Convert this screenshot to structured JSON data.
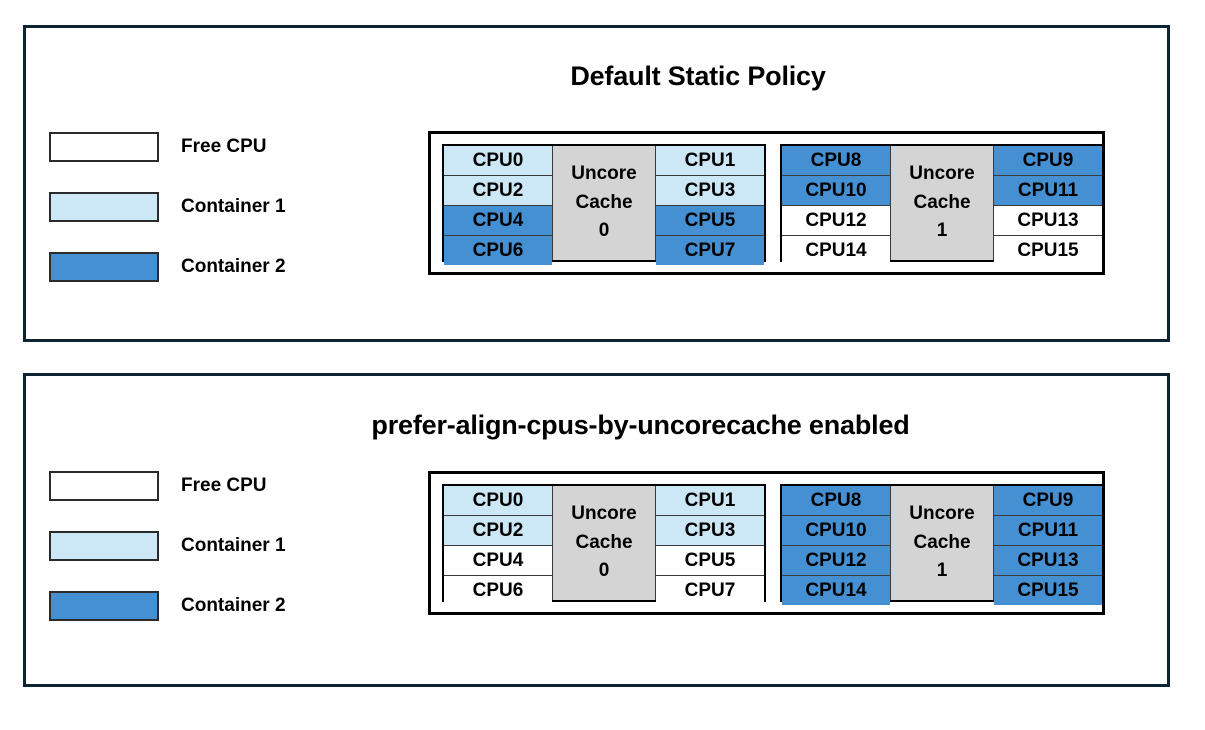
{
  "colors": {
    "free": "#ffffff",
    "container1": "#cce8f7",
    "container2": "#4590d3",
    "uncore_cache": "#d4d4d4",
    "panel_border": "#0d2433",
    "table_border": "#000000"
  },
  "panels": [
    {
      "id": "default-static-policy",
      "title": "Default Static Policy",
      "legend": [
        {
          "label": "Free CPU",
          "fill": "free"
        },
        {
          "label": "Container 1",
          "fill": "container1"
        },
        {
          "label": "Container 2",
          "fill": "container2"
        }
      ],
      "cache_groups": [
        {
          "uncore_line1": "Uncore",
          "uncore_line2": "Cache",
          "uncore_line3": "0",
          "left_column": [
            {
              "label": "CPU0",
              "fill": "container1"
            },
            {
              "label": "CPU2",
              "fill": "container1"
            },
            {
              "label": "CPU4",
              "fill": "container2"
            },
            {
              "label": "CPU6",
              "fill": "container2"
            }
          ],
          "right_column": [
            {
              "label": "CPU1",
              "fill": "container1"
            },
            {
              "label": "CPU3",
              "fill": "container1"
            },
            {
              "label": "CPU5",
              "fill": "container2"
            },
            {
              "label": "CPU7",
              "fill": "container2"
            }
          ]
        },
        {
          "uncore_line1": "Uncore",
          "uncore_line2": "Cache",
          "uncore_line3": "1",
          "left_column": [
            {
              "label": "CPU8",
              "fill": "container2"
            },
            {
              "label": "CPU10",
              "fill": "container2"
            },
            {
              "label": "CPU12",
              "fill": "free"
            },
            {
              "label": "CPU14",
              "fill": "free"
            }
          ],
          "right_column": [
            {
              "label": "CPU9",
              "fill": "container2"
            },
            {
              "label": "CPU11",
              "fill": "container2"
            },
            {
              "label": "CPU13",
              "fill": "free"
            },
            {
              "label": "CPU15",
              "fill": "free"
            }
          ]
        }
      ]
    },
    {
      "id": "prefer-align-cpus-by-uncorecache-enabled",
      "title": "prefer-align-cpus-by-uncorecache enabled",
      "legend": [
        {
          "label": "Free CPU",
          "fill": "free"
        },
        {
          "label": "Container 1",
          "fill": "container1"
        },
        {
          "label": "Container 2",
          "fill": "container2"
        }
      ],
      "cache_groups": [
        {
          "uncore_line1": "Uncore",
          "uncore_line2": "Cache",
          "uncore_line3": "0",
          "left_column": [
            {
              "label": "CPU0",
              "fill": "container1"
            },
            {
              "label": "CPU2",
              "fill": "container1"
            },
            {
              "label": "CPU4",
              "fill": "free"
            },
            {
              "label": "CPU6",
              "fill": "free"
            }
          ],
          "right_column": [
            {
              "label": "CPU1",
              "fill": "container1"
            },
            {
              "label": "CPU3",
              "fill": "container1"
            },
            {
              "label": "CPU5",
              "fill": "free"
            },
            {
              "label": "CPU7",
              "fill": "free"
            }
          ]
        },
        {
          "uncore_line1": "Uncore",
          "uncore_line2": "Cache",
          "uncore_line3": "1",
          "left_column": [
            {
              "label": "CPU8",
              "fill": "container2"
            },
            {
              "label": "CPU10",
              "fill": "container2"
            },
            {
              "label": "CPU12",
              "fill": "container2"
            },
            {
              "label": "CPU14",
              "fill": "container2"
            }
          ],
          "right_column": [
            {
              "label": "CPU9",
              "fill": "container2"
            },
            {
              "label": "CPU11",
              "fill": "container2"
            },
            {
              "label": "CPU13",
              "fill": "container2"
            },
            {
              "label": "CPU15",
              "fill": "container2"
            }
          ]
        }
      ]
    }
  ]
}
